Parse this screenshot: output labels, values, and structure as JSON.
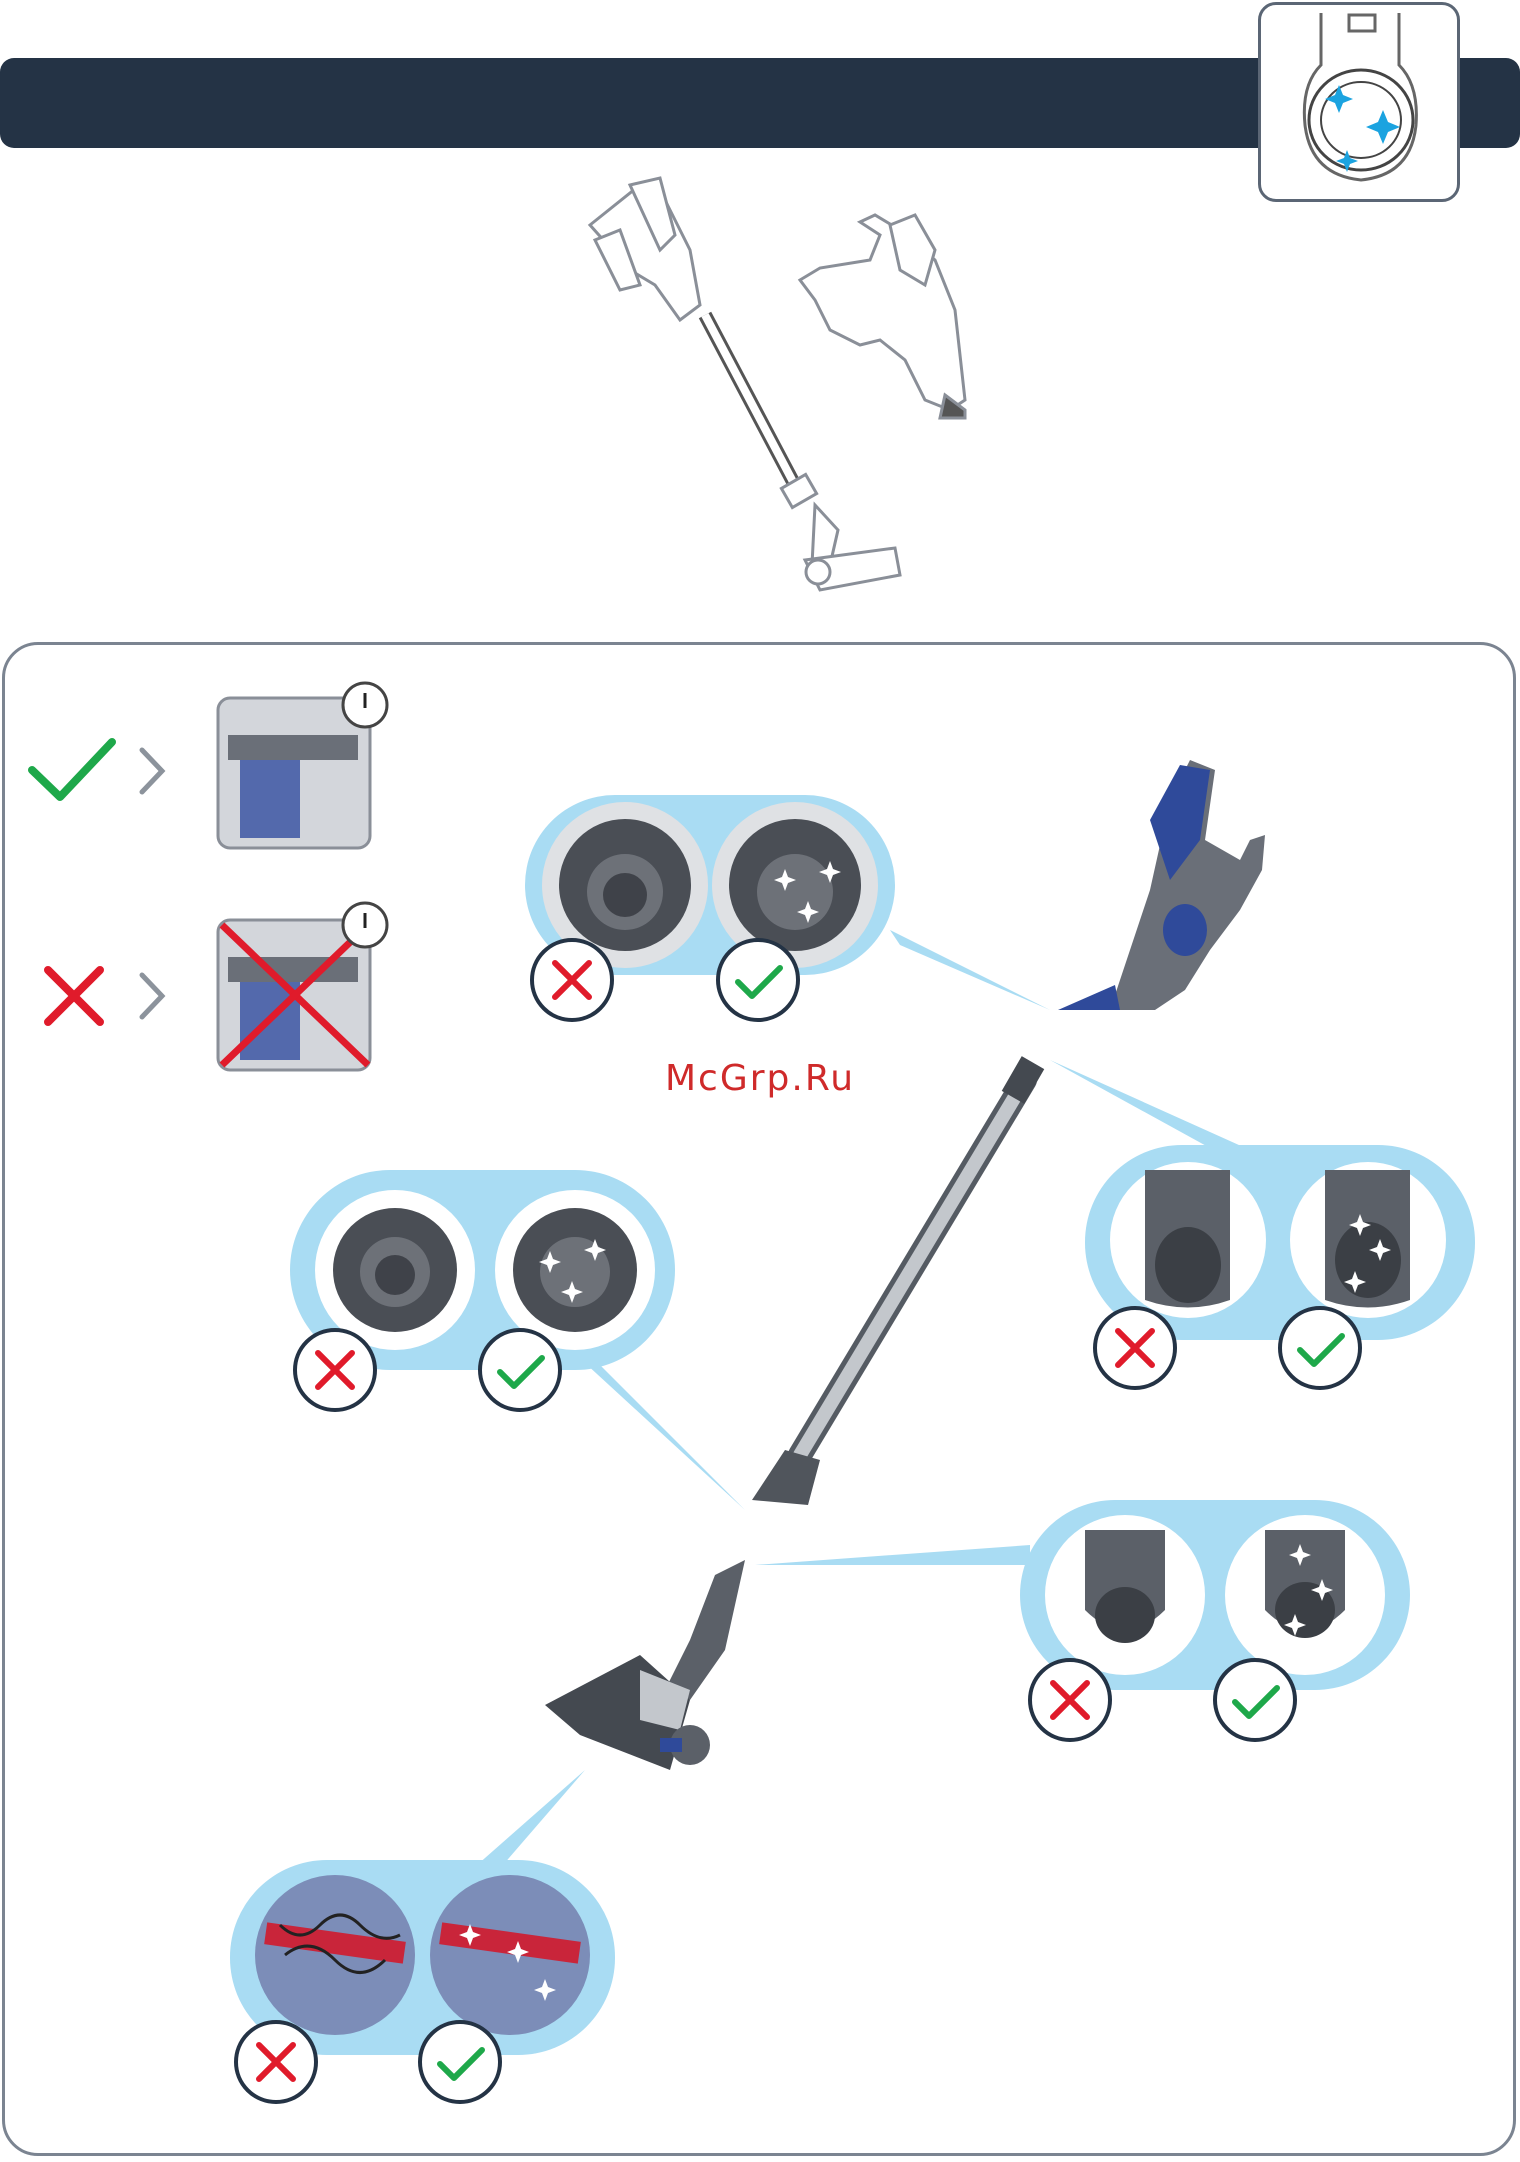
{
  "watermark": {
    "text": "McGrp.Ru"
  },
  "colors": {
    "header": "#243345",
    "panel_border": "#7b8491",
    "bubble": "#a9dcf3",
    "check": "#1ea84a",
    "cross": "#e01b2b",
    "device_blue": "#2f4a9a",
    "device_gray": "#6a6f78",
    "sparkle": "#ffffff"
  },
  "icons": {
    "header_icon": "filter-sparkle-icon",
    "check": "check-icon",
    "cross": "cross-icon",
    "arrow": "chevron-right-icon",
    "power": "power-icon"
  },
  "legend": [
    {
      "mark": "check",
      "meaning": "correct"
    },
    {
      "mark": "cross",
      "meaning": "wrong"
    }
  ]
}
